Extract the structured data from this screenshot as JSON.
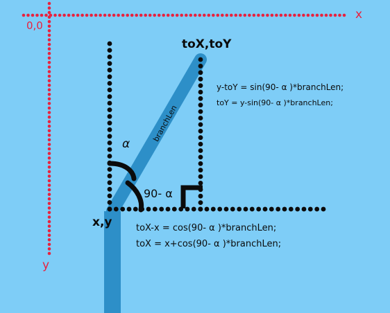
{
  "diagram": {
    "axes": {
      "origin_label": "0,0",
      "x_label": "x",
      "y_label": "y",
      "color": "#e8223f"
    },
    "points": {
      "start_label": "x,y",
      "end_label": "toX,toY"
    },
    "branch": {
      "label": "branchLen",
      "color": "#2d8fc8"
    },
    "angles": {
      "alpha_label": "α",
      "complement_label": "90- α"
    },
    "formulas": {
      "y_diff": "y-toY = sin(90- α )*branchLen;",
      "y_solve": "toY = y-sin(90- α )*branchLen;",
      "x_diff": "toX-x = cos(90- α )*branchLen;",
      "x_solve": "toX = x+cos(90- α )*branchLen;"
    },
    "colors": {
      "background": "#7ecdf7",
      "guide_dots": "#0b0b0b"
    }
  }
}
